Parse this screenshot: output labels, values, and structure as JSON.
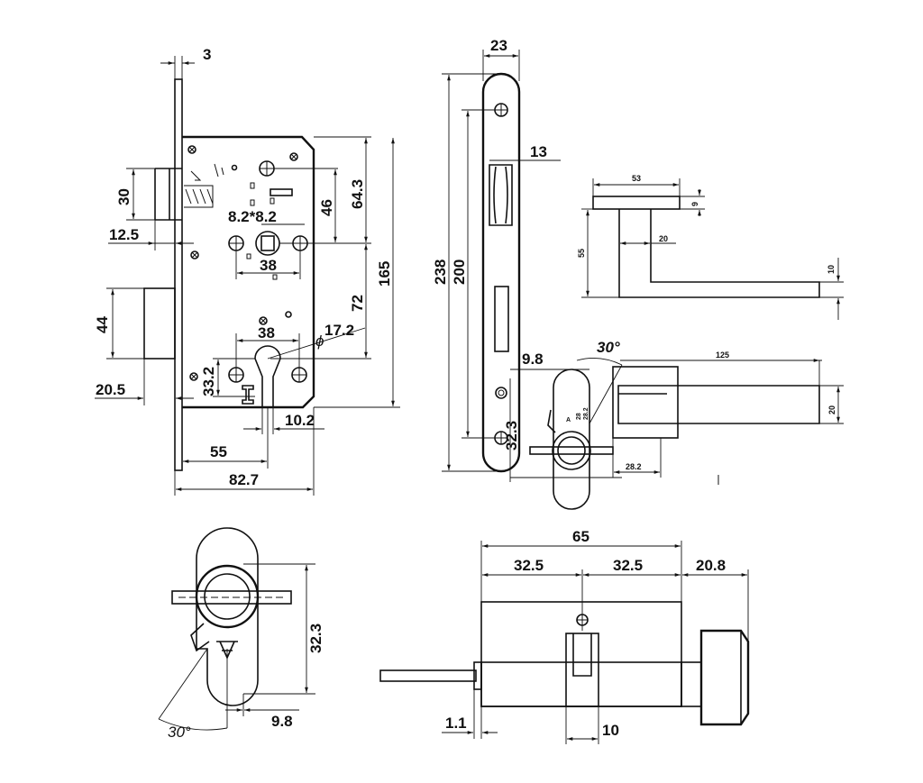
{
  "lock_body": {
    "dim_faceplate_thickness": "3",
    "dim_latch_height": "30",
    "dim_latch_offset": "12.5",
    "dim_deadbolt_height": "44",
    "dim_deadbolt_offset": "20.5",
    "dim_spindle_square": "8.2*8.2",
    "dim_spindle_to_top": "64.3",
    "dim_46": "46",
    "dim_fix_holes_upper": "38",
    "dim_fix_holes_lower": "38",
    "dim_case_height": "165",
    "dim_centre_distance": "72",
    "dim_cyl_hole": "17.2",
    "dim_cyl_fix_offset": "33.2",
    "dim_cyl_width": "10.2",
    "dim_backset": "55",
    "dim_case_depth": "82.7"
  },
  "faceplate": {
    "dim_width": "23",
    "dim_thickness": "13",
    "dim_total_height": "238",
    "dim_screw_spacing": "200",
    "dim_32_3": "32.3",
    "dim_9_8": "9.8",
    "dim_angle": "30°"
  },
  "handle": {
    "dim_rose_width": "53",
    "dim_rose_thickness": "9",
    "dim_lever_height": "55",
    "dim_neck_offset": "20",
    "dim_lever_thickness": "10",
    "dim_lever_length": "125",
    "dim_lever_width": "20",
    "dim_28_2": "28.2",
    "small_a": "28",
    "small_b": "28.2"
  },
  "thumbturn": {
    "dim_height": "32.3",
    "dim_offset": "9.8",
    "dim_angle": "30°"
  },
  "cylinder": {
    "dim_length": "65",
    "dim_half_left": "32.5",
    "dim_half_right": "32.5",
    "dim_knob": "20.8",
    "dim_1_1": "1.1",
    "dim_cam": "10"
  }
}
